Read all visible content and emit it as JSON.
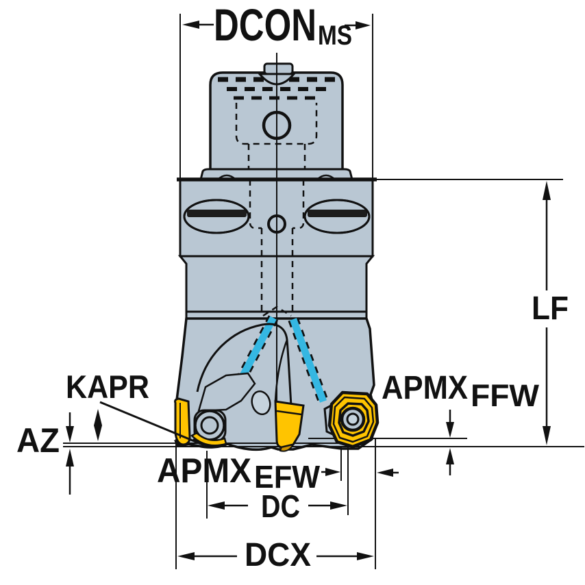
{
  "diagram": {
    "type": "technical-dimension-drawing",
    "subject": "indexable-face-milling-cutter-side-view",
    "labels": {
      "dcon": {
        "main": "DCON",
        "sub": "MS"
      },
      "lf": "LF",
      "kapr": "KAPR",
      "az": "AZ",
      "apmx_efw": {
        "main": "APMX",
        "sub": "EFW"
      },
      "apmx_ffw": {
        "main": "APMX",
        "sub": "FFW"
      },
      "dc": "DC",
      "dcx": "DCX"
    },
    "colors": {
      "background": "#ffffff",
      "outline": "#111111",
      "tool_body": "#b9c7d3",
      "tool_body_light": "#c6d3dd",
      "insert_yellow": "#ffc400",
      "insert_shadow": "#cf9500",
      "coolant_cyan": "#35b7e2",
      "slot_dark": "#1c1c1c"
    }
  }
}
